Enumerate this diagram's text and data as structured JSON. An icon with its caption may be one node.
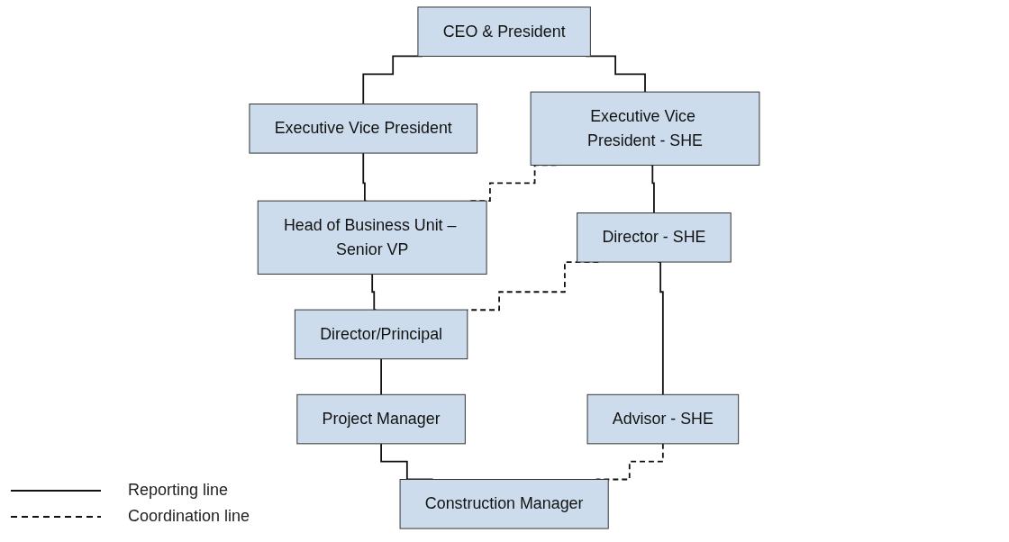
{
  "diagram": {
    "nodes": [
      {
        "text": [
          "CEO & President"
        ]
      },
      {
        "text": [
          "Executive Vice President"
        ]
      },
      {
        "text": [
          "Executive Vice President - SHE"
        ]
      },
      {
        "text": [
          "Head of Business Unit – Senior VP"
        ]
      },
      {
        "text": [
          "Director - SHE"
        ]
      },
      {
        "text": [
          "Director/Principal"
        ]
      },
      {
        "text": [
          "Advisor - SHE"
        ]
      },
      {
        "text": [
          "Project Manager"
        ]
      },
      {
        "text": [
          "Construction Manager"
        ]
      }
    ],
    "edges": [
      {
        "from": 0,
        "to": 2,
        "arrow": "none"
      },
      {
        "from": 0,
        "to": 1,
        "arrow": "none"
      },
      {
        "from": 1,
        "to": 3,
        "arrow": "none"
      },
      {
        "from": 2,
        "to": 4,
        "arrow": "none"
      },
      {
        "from": 4,
        "to": 6,
        "arrow": "none"
      },
      {
        "from": 3,
        "to": 5,
        "arrow": "none"
      },
      {
        "from": 5,
        "to": 7,
        "arrow": "none"
      },
      {
        "from": 7,
        "to": 8,
        "arrow": "none"
      },
      {
        "from": 2,
        "to": 3,
        "arrow": "none",
        "style": "dashed"
      },
      {
        "from": 4,
        "to": 5,
        "arrow": "none",
        "style": "dashed"
      },
      {
        "from": 6,
        "to": 8,
        "arrow": "none",
        "style": "dashed"
      }
    ],
    "legend": [
      {
        "text": "Reporting line"
      },
      {
        "text": "Coordination line"
      }
    ]
  }
}
